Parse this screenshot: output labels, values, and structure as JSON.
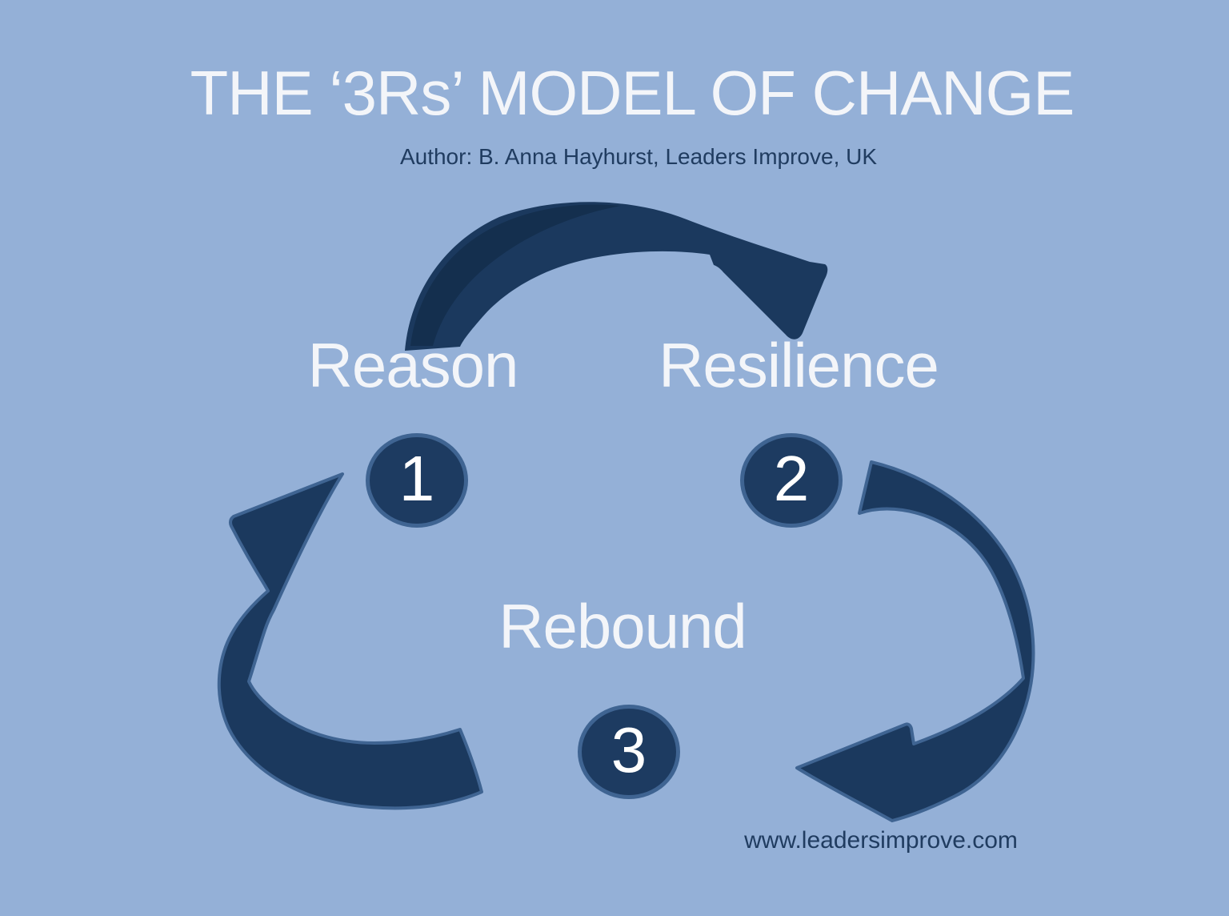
{
  "title": "THE ‘3Rs’ MODEL OF CHANGE",
  "author_line": "Author: B. Anna Hayhurst, Leaders Improve, UK",
  "website": "www.leadersimprove.com",
  "steps": [
    {
      "number": "1",
      "label": "Reason"
    },
    {
      "number": "2",
      "label": "Resilience"
    },
    {
      "number": "3",
      "label": "Rebound"
    }
  ],
  "arrows": [
    {
      "from": "Reason",
      "to": "Resilience"
    },
    {
      "from": "Resilience",
      "to": "Rebound"
    },
    {
      "from": "Rebound",
      "to": "Reason"
    }
  ],
  "colors": {
    "background": "#94b0d7",
    "arrow_fill": "#1b395e",
    "arrow_shade": "#142f4e",
    "arrow_stroke": "#3f6492",
    "circle_fill": "#1d3b61",
    "circle_border": "#3f6492",
    "light_text": "#f3f5f9",
    "dark_text": "#203c60"
  }
}
